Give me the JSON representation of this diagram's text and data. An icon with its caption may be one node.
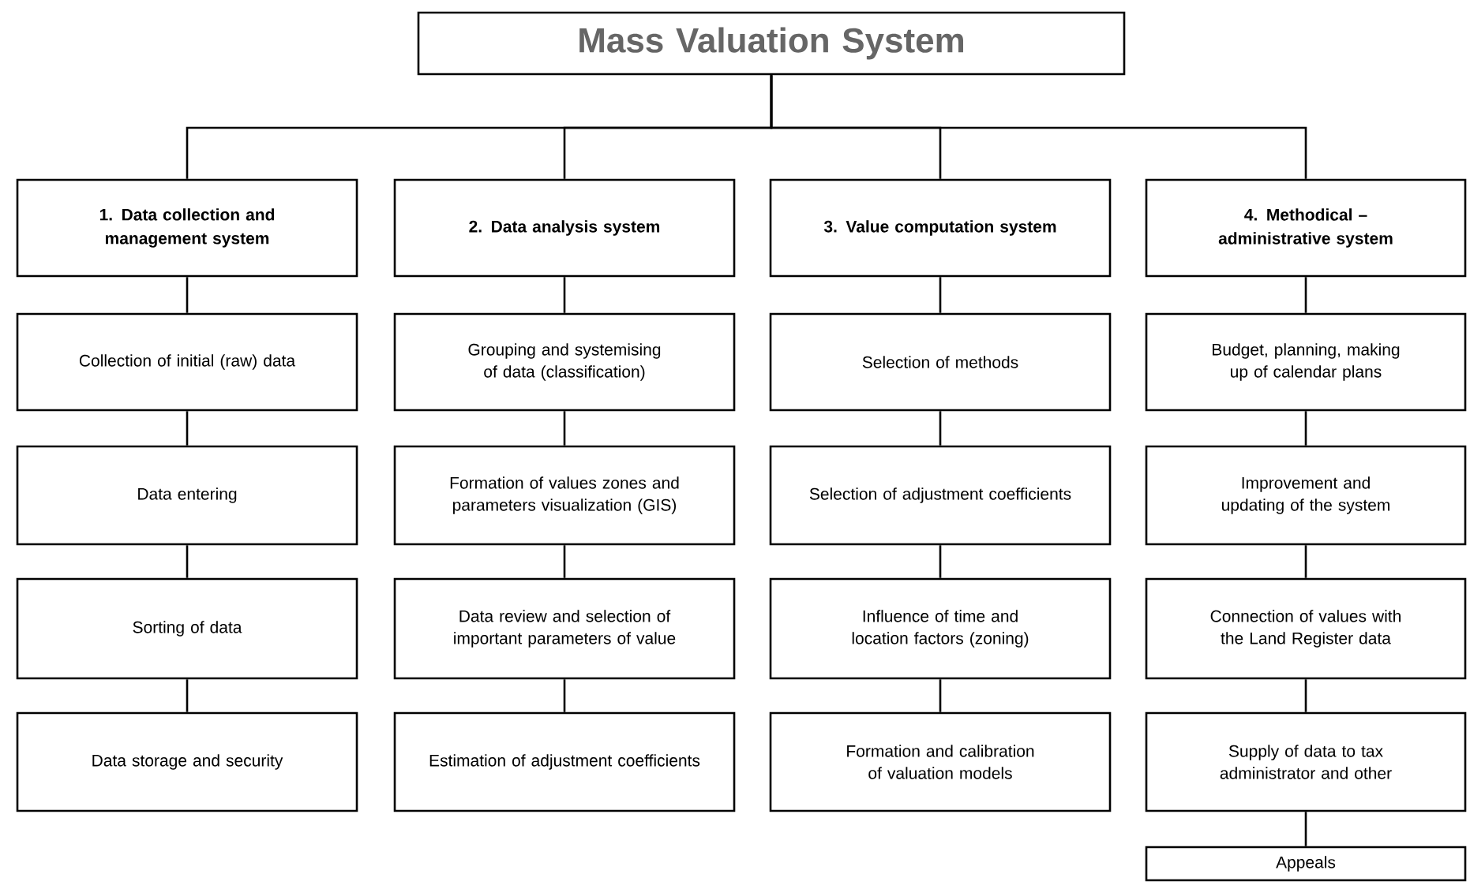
{
  "diagram": {
    "nodes": [
      {
        "text": [
          "Mass Valuation System"
        ]
      },
      {
        "text": [
          "1. Data collection and management system"
        ]
      },
      {
        "text": [
          "2. Data analysis system"
        ]
      },
      {
        "text": [
          "3. Value computation system"
        ]
      },
      {
        "text": [
          "4. Methodical – administrative system"
        ]
      },
      {
        "text": [
          "Collection of initial (raw) data"
        ]
      },
      {
        "text": [
          "Grouping and systemising of data (classification)"
        ]
      },
      {
        "text": [
          "Selection of methods"
        ]
      },
      {
        "text": [
          "Budget, planning, making up of calendar plans"
        ]
      },
      {
        "text": [
          "Data entering"
        ]
      },
      {
        "text": [
          "Formation of values zones and parameters visualization (GIS)"
        ]
      },
      {
        "text": [
          "Selection of adjustment coefficients"
        ]
      },
      {
        "text": [
          "Improvement and updating of the system"
        ]
      },
      {
        "text": [
          "Sorting of data"
        ]
      },
      {
        "text": [
          "Data review and selection of important parameters of value"
        ]
      },
      {
        "text": [
          "Influence of time and location factors (zoning)"
        ]
      },
      {
        "text": [
          "Connection of values with the Land Register data"
        ]
      },
      {
        "text": [
          "Data storage and security"
        ]
      },
      {
        "text": [
          "Estimation of adjustment coefficients"
        ]
      },
      {
        "text": [
          "Formation and calibration of valuation models"
        ]
      },
      {
        "text": [
          "Supply of data to tax administrator and other"
        ]
      },
      {
        "text": [
          "Appeals"
        ]
      }
    ],
    "edges": [
      {
        "from": 0,
        "to": 1,
        "arrow": "none"
      },
      {
        "from": 0,
        "to": 2,
        "arrow": "none"
      },
      {
        "from": 0,
        "to": 3,
        "arrow": "none"
      },
      {
        "from": 0,
        "to": 4,
        "arrow": "none"
      },
      {
        "from": 1,
        "to": 5,
        "arrow": "none"
      },
      {
        "from": 5,
        "to": 9,
        "arrow": "none"
      },
      {
        "from": 9,
        "to": 13,
        "arrow": "none"
      },
      {
        "from": 13,
        "to": 17,
        "arrow": "none"
      },
      {
        "from": 2,
        "to": 6,
        "arrow": "none"
      },
      {
        "from": 6,
        "to": 10,
        "arrow": "none"
      },
      {
        "from": 10,
        "to": 14,
        "arrow": "none"
      },
      {
        "from": 14,
        "to": 18,
        "arrow": "none"
      },
      {
        "from": 3,
        "to": 7,
        "arrow": "none"
      },
      {
        "from": 7,
        "to": 11,
        "arrow": "none"
      },
      {
        "from": 11,
        "to": 15,
        "arrow": "none"
      },
      {
        "from": 15,
        "to": 19,
        "arrow": "none"
      },
      {
        "from": 4,
        "to": 8,
        "arrow": "none"
      },
      {
        "from": 8,
        "to": 12,
        "arrow": "none"
      },
      {
        "from": 12,
        "to": 16,
        "arrow": "none"
      },
      {
        "from": 16,
        "to": 20,
        "arrow": "none"
      },
      {
        "from": 20,
        "to": 21,
        "arrow": "none"
      }
    ]
  }
}
